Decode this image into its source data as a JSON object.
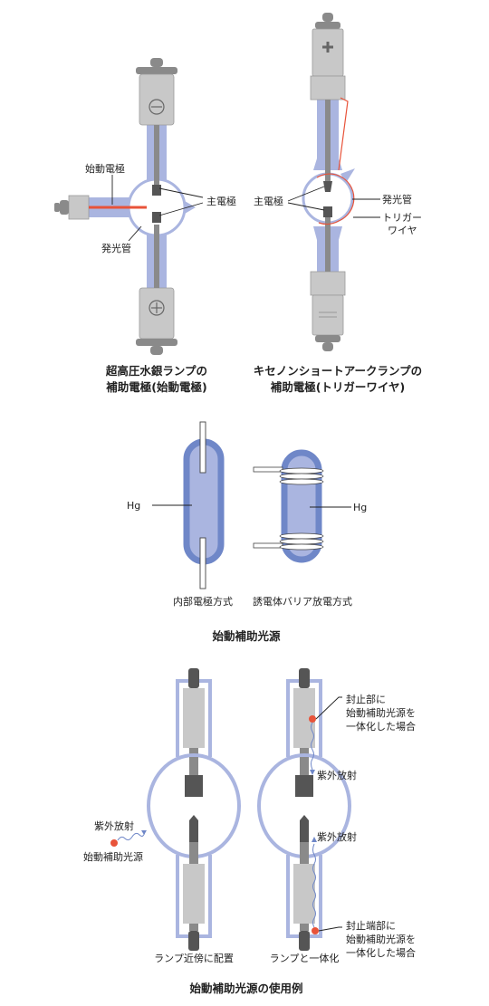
{
  "fig1": {
    "left": {
      "label_start_electrode": "始動電極",
      "label_main_electrode": "主電極",
      "label_arc_tube": "発光管",
      "caption_line1": "超高圧水銀ランプの",
      "caption_line2": "補助電極(始動電極)"
    },
    "right": {
      "label_main_electrode": "主電極",
      "label_arc_tube": "発光管",
      "label_trigger_line1": "トリガー",
      "label_trigger_line2": "ワイヤ",
      "caption_line1": "キセノンショートアークランプの",
      "caption_line2": "補助電極(トリガーワイヤ)"
    }
  },
  "fig2": {
    "label_hg_left": "Hg",
    "label_hg_right": "Hg",
    "sub_left": "内部電極方式",
    "sub_right": "誘電体バリア放電方式",
    "caption": "始動補助光源"
  },
  "fig3": {
    "left": {
      "label_uv": "紫外放射",
      "label_source": "始動補助光源",
      "sub": "ランプ近傍に配置"
    },
    "right": {
      "label_seal_line1": "封止部に",
      "label_seal_line2": "始動補助光源を",
      "label_seal_line3": "一体化した場合",
      "label_uv_top": "紫外放射",
      "label_uv_bottom": "紫外放射",
      "label_end_line1": "封止端部に",
      "label_end_line2": "始動補助光源を",
      "label_end_line3": "一体化した場合",
      "sub": "ランプと一体化"
    },
    "caption": "始動補助光源の使用例"
  },
  "colors": {
    "lamp_blue": "#aab5e0",
    "band_blue": "#6f87c8",
    "cap_grey": "#c8c8c8",
    "stem_grey": "#8a8a8a",
    "electrode_dark": "#555555",
    "start_electrode_red": "#e8533a",
    "trigger_red": "#e8533a"
  }
}
